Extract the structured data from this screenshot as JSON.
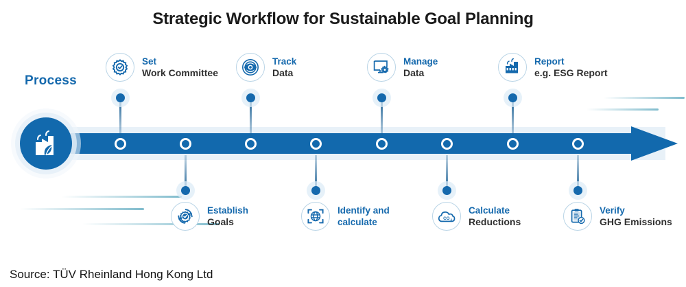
{
  "title": "Strategic Workflow for Sustainable Goal Planning",
  "process_label": "Process",
  "source": "Source: TÜV Rheinland Hong Kong Ltd",
  "colors": {
    "primary_blue": "#1269ad",
    "label_blue": "#1569ad",
    "dark_text": "#303030",
    "bar_halo": "#e8f1f8",
    "icon_border": "#b9d4e6"
  },
  "start_node": {
    "icon": "eco-factory-icon"
  },
  "steps_top": [
    {
      "icon": "gear-check-icon",
      "title": "Set",
      "sub": "Work Committee",
      "sub_blue": false
    },
    {
      "icon": "eye-icon",
      "title": "Track",
      "sub": "Data",
      "sub_blue": false
    },
    {
      "icon": "monitor-gear-icon",
      "title": "Manage",
      "sub": "Data",
      "sub_blue": false
    },
    {
      "icon": "factory-icon",
      "title": "Report",
      "sub": "e.g. ESG Report",
      "sub_blue": false
    }
  ],
  "steps_bottom": [
    {
      "icon": "gear-refresh-icon",
      "title": "Establish",
      "sub": "Goals",
      "sub_blue": false
    },
    {
      "icon": "globe-scan-icon",
      "title": "Identify and",
      "sub": "calculate",
      "sub_blue": true
    },
    {
      "icon": "co2-cloud-icon",
      "title": "Calculate",
      "sub": "Reductions",
      "sub_blue": false
    },
    {
      "icon": "clipboard-check-icon",
      "title": "Verify",
      "sub": "GHG Emissions",
      "sub_blue": false
    }
  ],
  "bar_nodes": [
    175,
    270,
    365,
    460,
    556,
    651,
    747,
    842
  ]
}
